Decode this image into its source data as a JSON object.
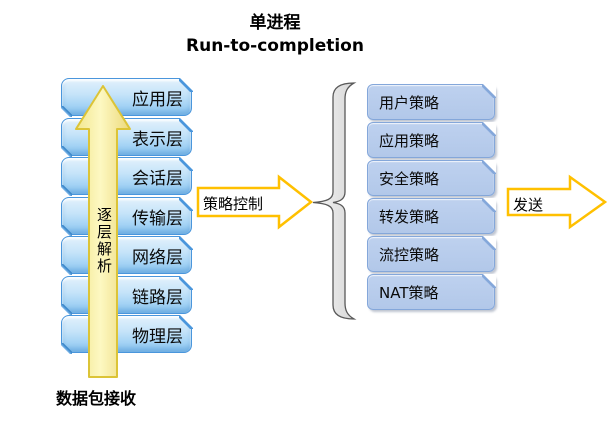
{
  "title": {
    "line1": "单进程",
    "line2": "Run-to-completion"
  },
  "osi_stack": {
    "layers": [
      "应用层",
      "表示层",
      "会话层",
      "传输层",
      "网络层",
      "链路层",
      "物理层"
    ],
    "arrow_label": "逐层解析",
    "bottom_label": "数据包接收"
  },
  "policy_arrow": {
    "label": "策略控制"
  },
  "policy_stack": {
    "items": [
      "用户策略",
      "应用策略",
      "安全策略",
      "转发策略",
      "流控策略",
      "NAT策略"
    ]
  },
  "send_arrow": {
    "label": "发送"
  },
  "colors": {
    "layer_box_border": "#4a96dc",
    "layer_box_fill": "#a6d4f5",
    "policy_box_fill": "#b2c8e9",
    "policy_box_border": "#84a7da",
    "up_arrow_fill": "#f9f0a0",
    "up_arrow_border": "#dcc437",
    "flow_arrow_border": "#ffc000",
    "brace_fill": "#ebebeb",
    "brace_border": "#595959"
  }
}
